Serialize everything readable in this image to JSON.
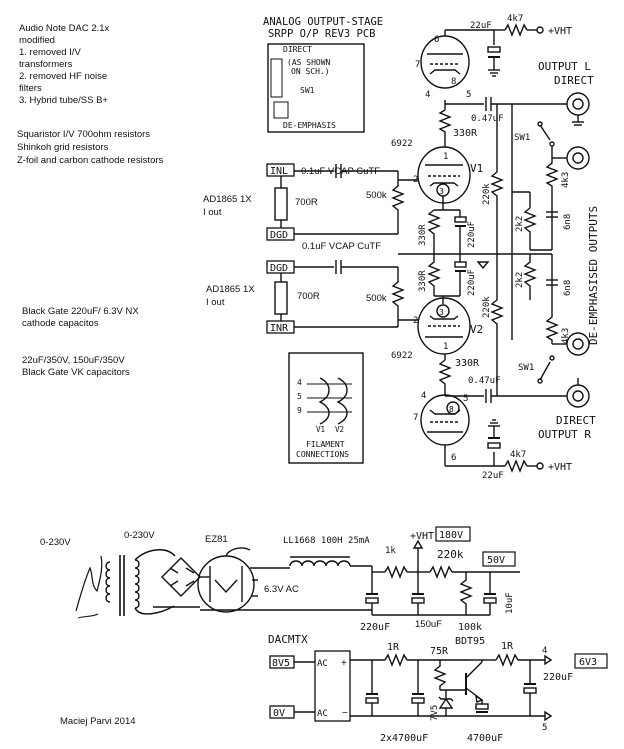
{
  "notes": {
    "title": "Audio Note DAC 2.1x",
    "subtitle": "modified",
    "list": [
      "1. removed I/V transformers",
      "2. removed HF noise filters",
      "3. Hybrid tube/SS B+"
    ],
    "resistors": [
      "Squaristor I/V 700ohm resistors",
      "Shinkoh grid resistors",
      "Z-foil and carbon cathode resistors"
    ],
    "caps1": "Black Gate 220uF/ 6.3V NX cathode capacitos",
    "caps2": "22uF/350V, 150uF/350V Black Gate VK capacitors",
    "author": "Maciej Parvi 2014"
  },
  "output_stage": {
    "title1": "ANALOG OUTPUT-STAGE",
    "title2": "SRPP O/P REV3 PCB",
    "box_lines": [
      "DIRECT",
      "(AS SHOWN",
      "ON SCH.)",
      "SW1",
      "DE-EMPHASIS"
    ],
    "out_l": [
      "OUTPUT L",
      "DIRECT"
    ],
    "out_r": [
      "DIRECT",
      "OUTPUT R"
    ],
    "de_emph": "DE-EMPHASISED OUTPUTS",
    "vht": "+VHT",
    "filament": [
      "FILAMENT",
      "CONNECTIONS"
    ],
    "filament_pins": [
      "4",
      "5",
      "9"
    ],
    "filament_tubes": [
      "V1",
      "V2"
    ]
  },
  "labels": {
    "cap_22uf": "22uF",
    "r_4k7": "4k7",
    "pin6": "6",
    "pin7": "7",
    "pin8": "8",
    "pin4": "4",
    "pin5": "5",
    "pin9": "9",
    "pin1": "1",
    "pin2": "2",
    "pin3": "3",
    "cap_047": "0.47uF",
    "sw1": "SW1",
    "tube_6922": "6922",
    "r_330": "330R",
    "vcap": "0.1uF VCAP CuTF",
    "inl": "INL",
    "dgd": "DGD",
    "inr": "INR",
    "v1": "V1",
    "v2": "V2",
    "r_700": "700R",
    "r_500k": "500k",
    "r_220k": "220k",
    "cap_220uf": "220uF",
    "r_2k2": "2k2",
    "cap_6n8": "6n8",
    "r_4k3": "4k3",
    "ad1865": "AD1865 1X",
    "iout": "I out"
  },
  "psu": {
    "v230a": "0-230V",
    "v230b": "0-230V",
    "ez81": "EZ81",
    "choke": "LL1668 100H 25mA",
    "ac63": "6.3V AC",
    "vht": "+VHT",
    "v180": "180V",
    "r1k": "1k",
    "r220k": "220k",
    "v50": "50V",
    "c220": "220uF",
    "c150": "150uF",
    "r100k": "100k",
    "c10": "10uF",
    "dacmtx": "DACMTX",
    "r1r": "1R",
    "r75r": "75R",
    "bdt95": "BDT95",
    "v8": "8V5",
    "v0": "0V",
    "ac": "AC",
    "c2x": "2x4700uF",
    "c4700": "4700uF",
    "z7v5": "7V5",
    "c220b": "220uF",
    "v63": "6V3",
    "pin4": "4",
    "pin5": "5"
  }
}
